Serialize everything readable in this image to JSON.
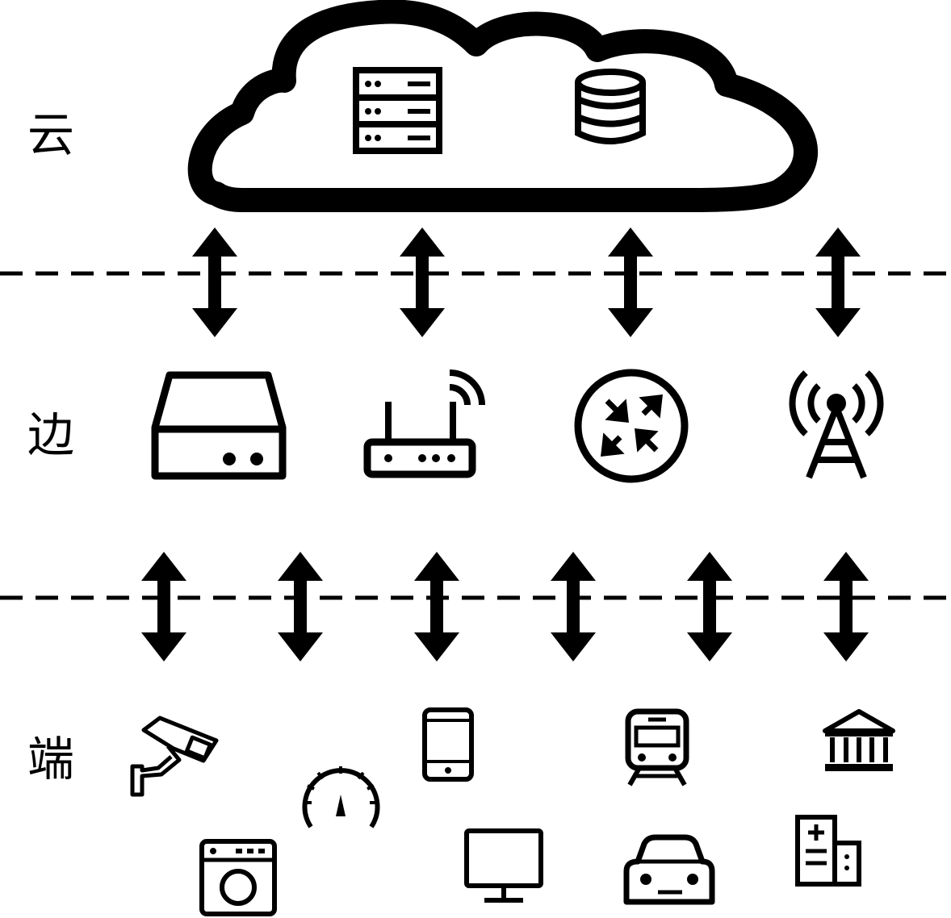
{
  "tiers": {
    "cloud": {
      "label": "云"
    },
    "edge": {
      "label": "边"
    },
    "end": {
      "label": "端"
    }
  },
  "cloud_icons": [
    "server-rack-icon",
    "database-icon"
  ],
  "edge_devices": [
    "edge-server-icon",
    "wifi-router-icon",
    "network-switch-icon",
    "cell-tower-icon"
  ],
  "end_devices": [
    "surveillance-camera-icon",
    "gauge-meter-icon",
    "smartphone-icon",
    "train-icon",
    "bank-building-icon",
    "washing-machine-icon",
    "monitor-icon",
    "car-icon",
    "hospital-icon"
  ],
  "colors": {
    "ink": "#000000",
    "background": "#ffffff"
  }
}
